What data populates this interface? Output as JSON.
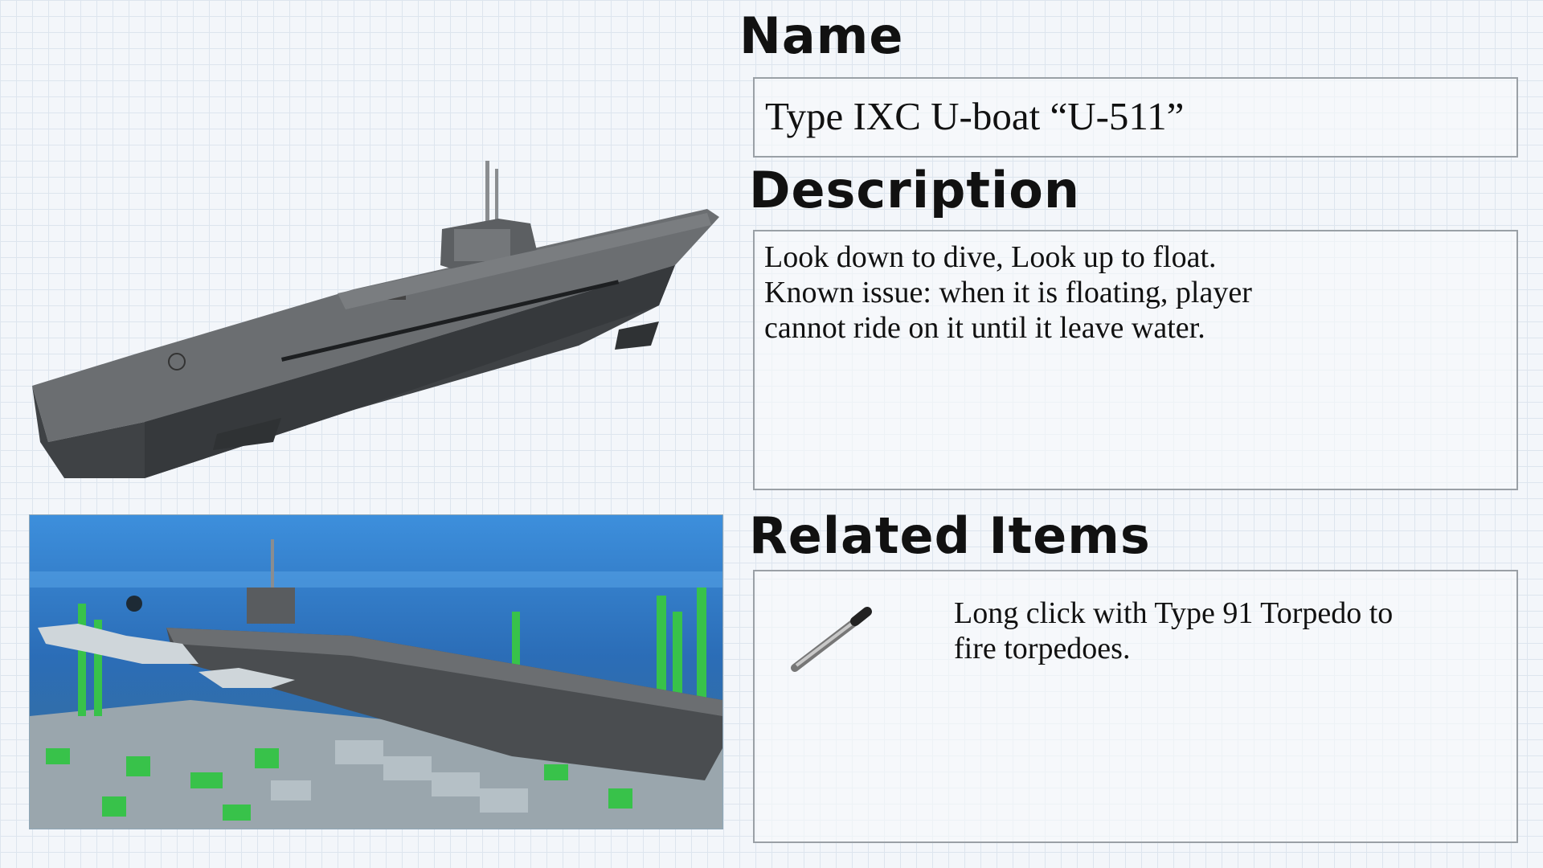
{
  "name_section": {
    "heading": "Name",
    "value": "Type IXC U-boat “U-511”"
  },
  "description_section": {
    "heading": "Description",
    "lines": [
      "Look down to dive, Look up to float.",
      "Known issue: when it is floating, player",
      "cannot ride on it until it leave water."
    ]
  },
  "related_section": {
    "heading": "Related Items",
    "items": [
      {
        "icon": "torpedo-icon",
        "lines": [
          "Long click with Type 91 Torpedo to",
          "fire torpedoes."
        ]
      }
    ]
  },
  "colors": {
    "hull": "#4a4d50",
    "water": "#2f7fc6",
    "seabed": "#9aa6ad",
    "kelp": "#38c24a"
  }
}
